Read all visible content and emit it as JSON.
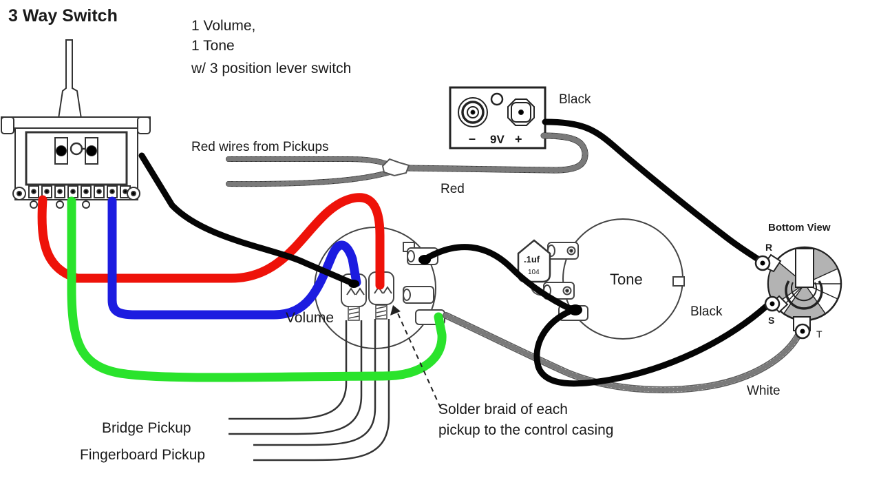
{
  "title": "3 Way Switch",
  "subtitle": [
    "1 Volume,",
    "1 Tone",
    "w/ 3 position lever switch"
  ],
  "labels": {
    "pickup_wires": "Red wires from Pickups",
    "battery_black": "Black",
    "battery_red": "Red",
    "battery_minus": "–",
    "battery_voltage": "9V",
    "battery_plus": "+",
    "jack_view": "Bottom View",
    "jack_r": "R",
    "jack_s": "S",
    "jack_t": "T",
    "volume": "Volume",
    "tone": "Tone",
    "cap_value": ".1uf",
    "cap_code": "104",
    "jack_black": "Black",
    "jack_white": "White",
    "bridge_pickup": "Bridge Pickup",
    "fingerboard_pickup": "Fingerboard Pickup",
    "solder_note_line1": "Solder braid of each",
    "solder_note_line2": "pickup to the control casing"
  },
  "wire_colors": {
    "red": "#ee1209",
    "green": "#2ae32c",
    "blue": "#1c1ce0",
    "black": "#050505",
    "braid_dark": "#2b2b2b",
    "braid_texture": "#7a7a7a",
    "braid_light_core": "#f3f3f3",
    "braid_light_edge": "#5c5c5c"
  }
}
